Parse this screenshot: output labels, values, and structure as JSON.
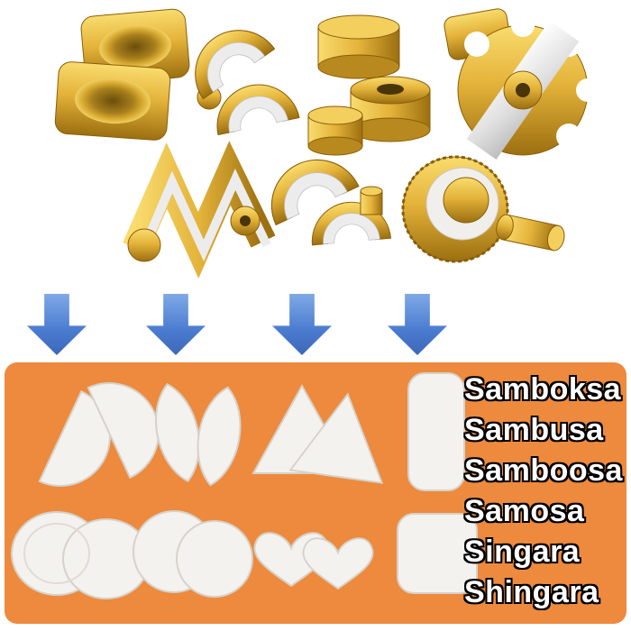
{
  "panel": {
    "bg_color": "#ee8a3d",
    "labels": [
      "Samboksa",
      "Sambusa",
      "Samboosa",
      "Samosa",
      "Singara",
      "Shingara"
    ]
  },
  "arrows": {
    "count": 4,
    "color": "#4a7bd0"
  },
  "colors": {
    "gold": "#e4b33a",
    "gold_dark": "#9c6f10",
    "pastry_white": "#f4f2ee",
    "background": "#ffffff"
  }
}
